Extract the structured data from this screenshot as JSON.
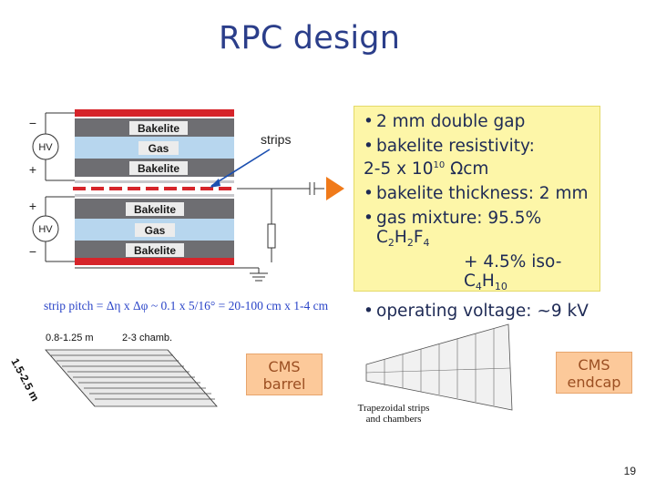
{
  "title": "RPC design",
  "diagram": {
    "layers": [
      "Bakelite",
      "Gas",
      "Bakelite",
      "Bakelite",
      "Gas",
      "Bakelite"
    ],
    "hv_labels": [
      "HV",
      "HV"
    ],
    "strips_label": "strips",
    "plus_signs": [
      "+",
      "+"
    ],
    "minus_signs": [
      "−",
      "−"
    ]
  },
  "info": {
    "bullet_symbol": "•",
    "line1": "2 mm double gap",
    "line2": "bakelite resistivity:",
    "line3_prefix": "2-5 x 10",
    "line3_exp": "10",
    "line3_suffix": " Ωcm",
    "line4": "bakelite thickness:  2  mm",
    "line5_prefix": "gas mixture: 95.5% C",
    "line5_sub1": "2",
    "line5_mid": "H",
    "line5_sub2": "2",
    "line5_mid2": "F",
    "line5_sub3": "4",
    "line6_prefix": "+ 4.5% iso-C",
    "line6_sub1": "4",
    "line6_mid": "H",
    "line6_sub2": "10",
    "line7": "operating voltage: ~9 kV"
  },
  "pitch_text": "strip pitch = Δη x Δφ ~ 0.1 x 5/16° = 20-100 cm x 1-4 cm",
  "barrel": {
    "dim_width": "0.8-1.25 m",
    "dim_chambers": "2-3 chamb.",
    "dim_length": "1.5-2.5 m",
    "label_line1": "CMS",
    "label_line2": "barrel"
  },
  "endcap": {
    "caption_line1": "Trapezoidal strips",
    "caption_line2": "and chambers",
    "label_line1": "CMS",
    "label_line2": "endcap"
  },
  "page_number": "19",
  "colors": {
    "title": "#2b3e8a",
    "bakelite": "#6e6e72",
    "gas": "#b7d6ee",
    "strip": "#d6242a",
    "arrow": "#f07a1a",
    "info_bg": "#fdf6a8",
    "label_bg": "#fcc99a"
  }
}
